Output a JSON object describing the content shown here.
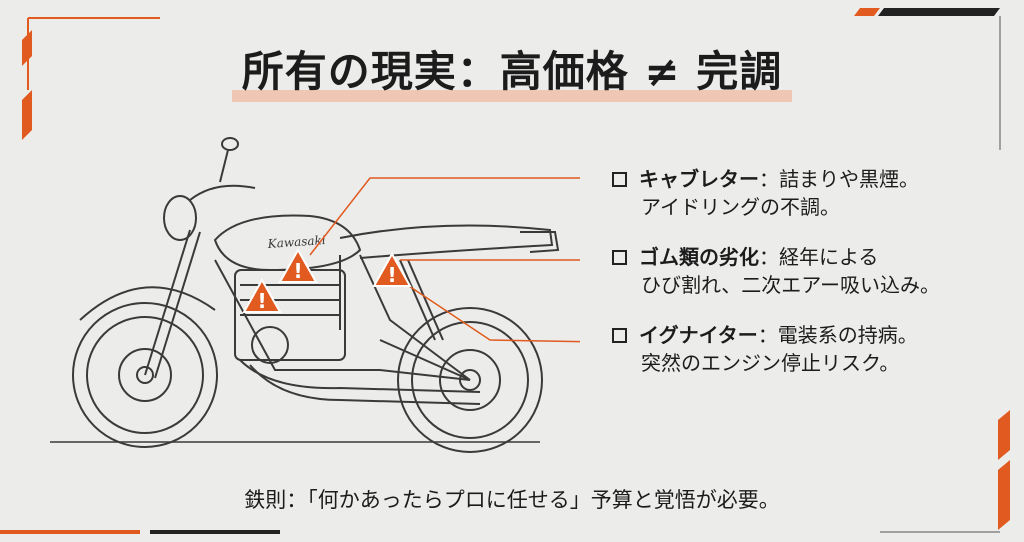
{
  "title": "所有の現実：高価格 ≠ 完調",
  "items": [
    {
      "heading": "キャブレター",
      "line1": "：詰まりや黒煙。",
      "line2": "アイドリングの不調。"
    },
    {
      "heading": "ゴム類の劣化",
      "line1": "：経年による",
      "line2": "ひび割れ、二次エアー吸い込み。"
    },
    {
      "heading": "イグナイター",
      "line1": "：電装系の持病。",
      "line2": "突然のエンジン停止リスク。"
    }
  ],
  "footer": "鉄則：「何かあったらプロに任せる」予算と覚悟が必要。",
  "bike": {
    "tank_logo": "Kawasaki"
  },
  "colors": {
    "accent": "#e15a1f",
    "line": "#3a3a3a",
    "background": "#ececea"
  },
  "icons": [
    "warning-icon",
    "checkbox-icon"
  ]
}
